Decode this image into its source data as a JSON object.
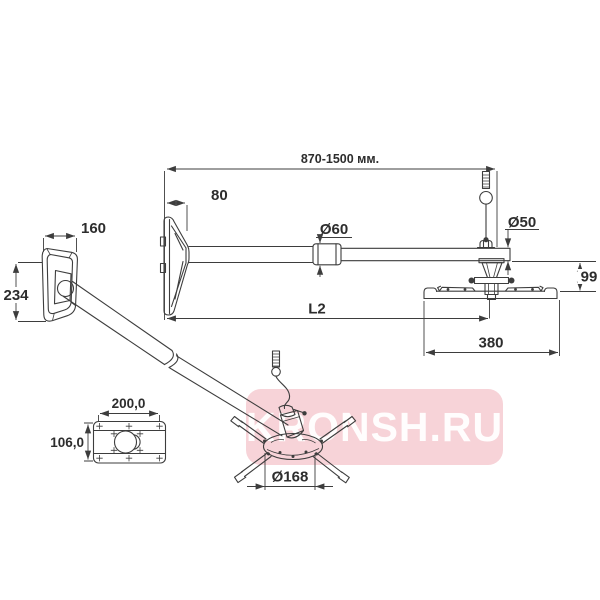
{
  "drawing": {
    "line_color": "#3d3d3d",
    "background_color": "#ffffff",
    "dimensions": {
      "length_range": "870-1500 мм.",
      "bracket_depth": "80",
      "wall_plate_width": "160",
      "wall_plate_height": "234",
      "outer_tube_diameter": "Ø60",
      "inner_tube_diameter": "Ø50",
      "head_height": "99",
      "tube_length_label": "L2",
      "head_width": "380",
      "base_plate_width": "200,0",
      "base_plate_height": "106,0",
      "spider_diameter": "Ø168"
    }
  },
  "watermark": {
    "text": "KRONSH.RU",
    "background_color": "#f7d3d8",
    "text_color": "#ffffff"
  }
}
